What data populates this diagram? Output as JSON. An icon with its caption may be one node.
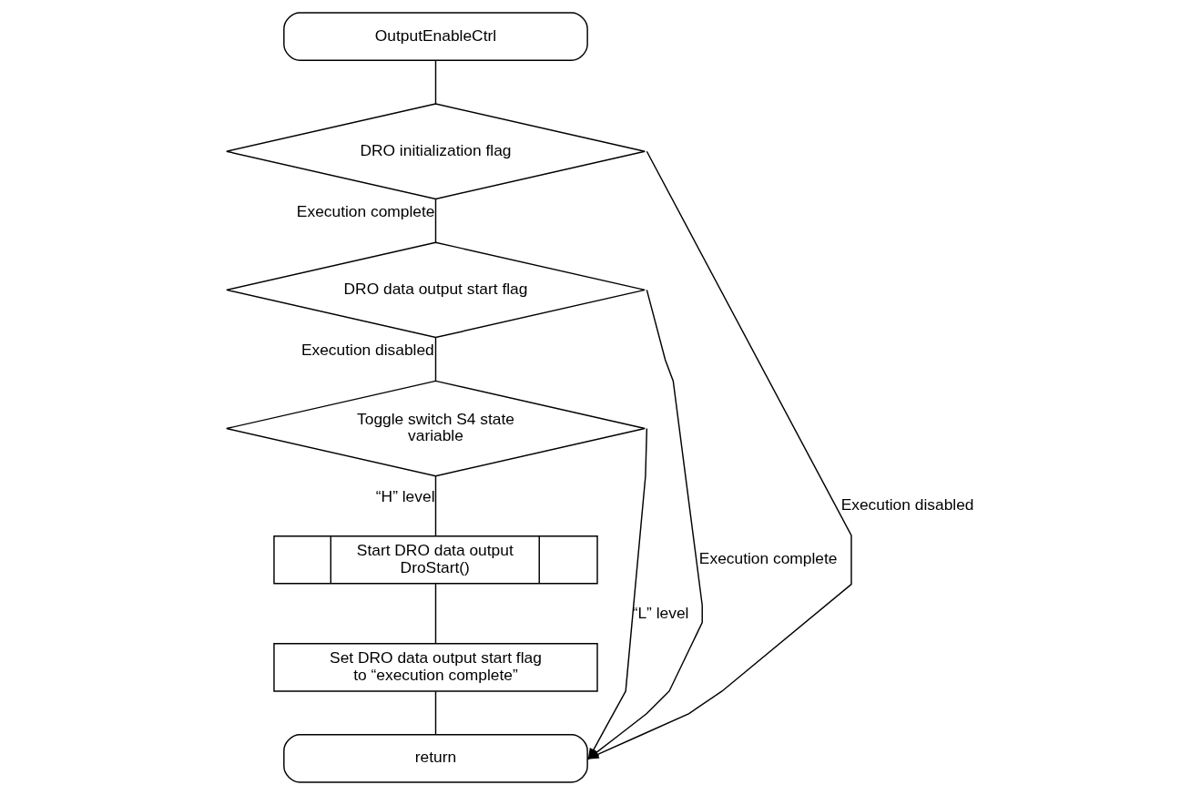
{
  "diagram": {
    "nodes": [
      {
        "text": [
          "OutputEnableCtrl"
        ]
      },
      {
        "text": [
          "DRO initialization flag"
        ]
      },
      {
        "text": [
          "DRO data output start flag"
        ]
      },
      {
        "text": [
          "Toggle switch S4 state variable"
        ]
      },
      {
        "text": [
          "Start DRO data output",
          "DroStart()"
        ]
      },
      {
        "text": [
          "Set DRO data output start flag to “execution complete”"
        ]
      },
      {
        "text": [
          "return"
        ]
      }
    ],
    "edges": [
      {
        "from": 0,
        "to": 1,
        "arrow": "none"
      },
      {
        "from": 1,
        "to": 2,
        "arrow": "none",
        "label": "Execution complete"
      },
      {
        "from": 2,
        "to": 3,
        "arrow": "none",
        "label": "Execution disabled"
      },
      {
        "from": 3,
        "to": 4,
        "arrow": "none",
        "label": "“H” level"
      },
      {
        "from": 4,
        "to": 5,
        "arrow": "none"
      },
      {
        "from": 5,
        "to": 6,
        "arrow": "none"
      },
      {
        "from": 1,
        "to": 6,
        "arrow": "to",
        "label": "Execution disabled"
      },
      {
        "from": 2,
        "to": 6,
        "arrow": "to",
        "label": "Execution complete"
      },
      {
        "from": 3,
        "to": 6,
        "arrow": "to",
        "label": "“L” level"
      }
    ]
  }
}
